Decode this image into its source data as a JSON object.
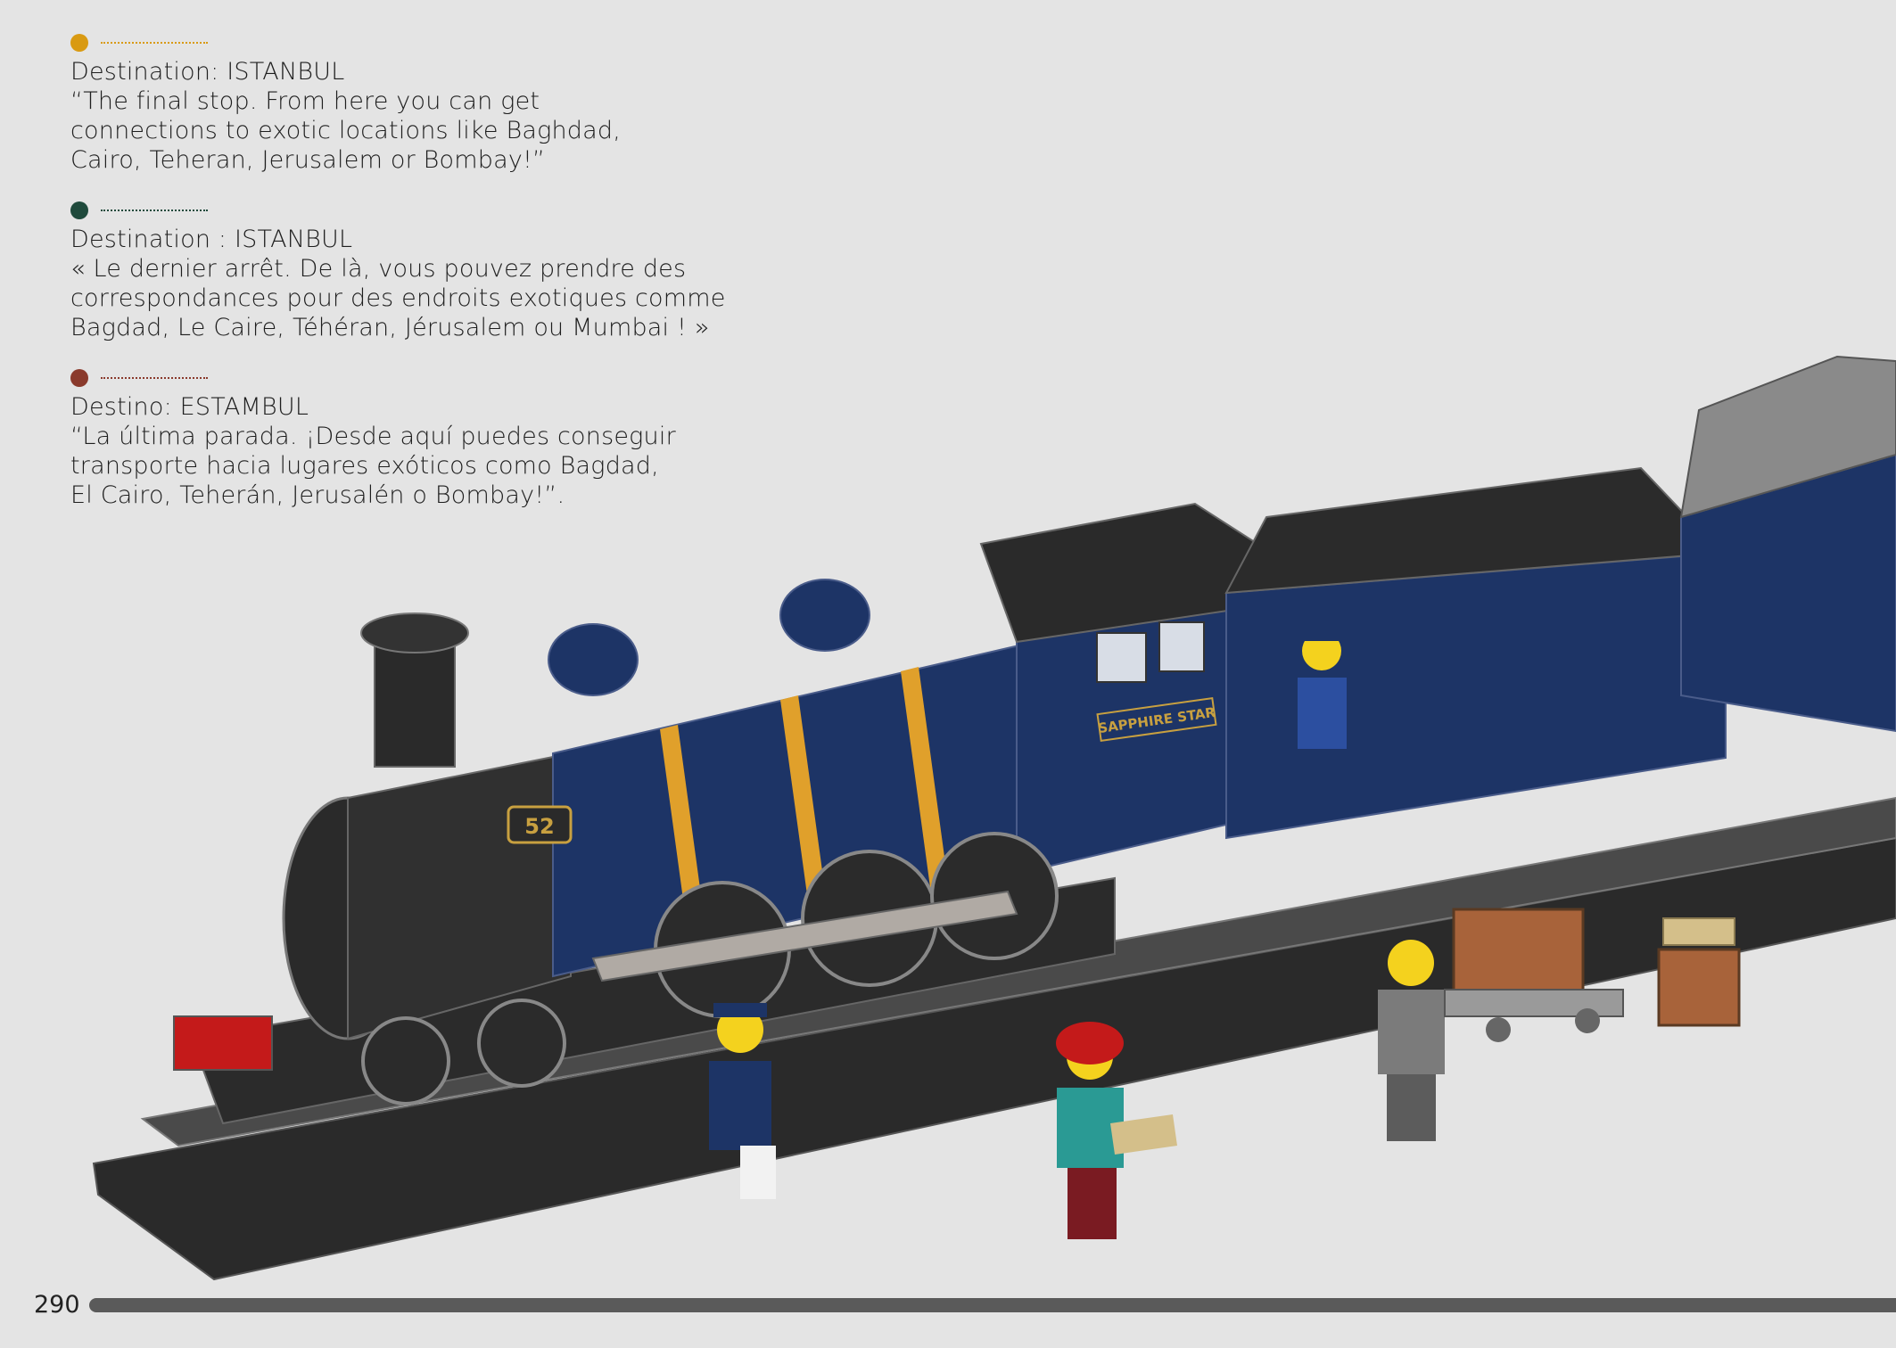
{
  "blocks": [
    {
      "lang": "en",
      "color": "#d99a12",
      "heading": "Destination: ISTANBUL",
      "text": "“The final stop. From here you can get\nconnections to exotic locations like Baghdad,\nCairo, Teheran, Jerusalem or Bombay!”"
    },
    {
      "lang": "fr",
      "color": "#1f4a3c",
      "heading": "Destination : ISTANBUL",
      "text": "« Le dernier arrêt. De là, vous pouvez prendre des\ncorrespondances pour des endroits exotiques comme\nBagdad, Le Caire, Téhéran, Jérusalem ou Mumbai ! »"
    },
    {
      "lang": "es",
      "color": "#8a3a2c",
      "heading": "Destino: ESTAMBUL",
      "text": "“La última parada. ¡Desde aquí puedes conseguir\ntransporte hacia lugares exóticos como Bagdad,\nEl Cairo, Teherán, Jerusalén o Bombay!”."
    }
  ],
  "illustration": {
    "number_plate": "52",
    "cab_sign": "SAPPHIRE STAR"
  },
  "footer": {
    "page_number": "290"
  }
}
